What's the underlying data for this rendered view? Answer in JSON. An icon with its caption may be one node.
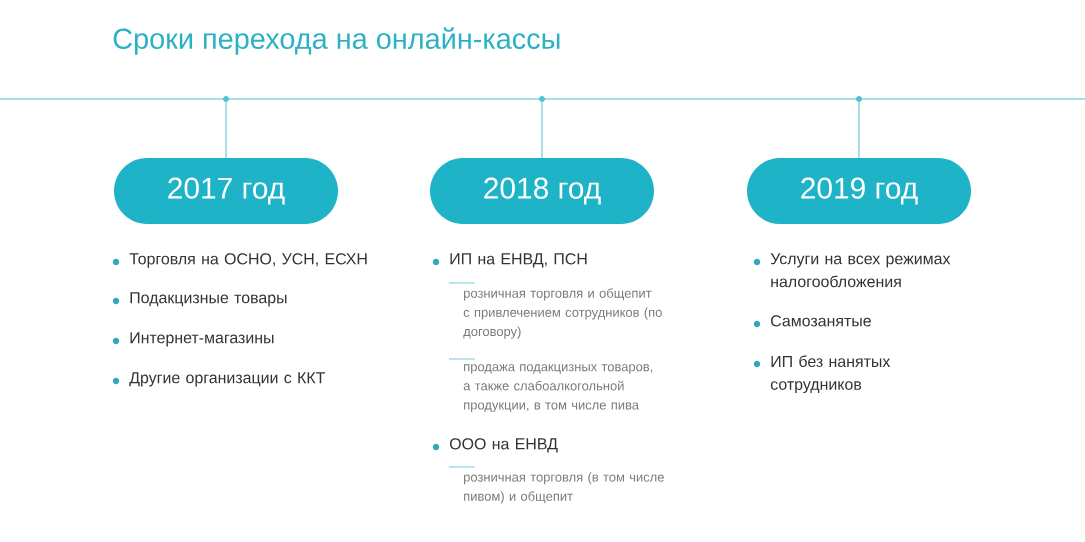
{
  "diagram": {
    "title": "Сроки перехода на онлайн-кассы",
    "nodes": [
      {
        "text": [
          "2017 год"
        ]
      },
      {
        "text": [
          "2018 год"
        ]
      },
      {
        "text": [
          "2019 год"
        ]
      },
      {
        "text": [],
        "shape": "circle"
      },
      {
        "text": [],
        "shape": "circle"
      },
      {
        "text": [],
        "shape": "circle"
      }
    ],
    "edges": [
      {
        "from": 3,
        "to": 0,
        "arrow": "none"
      },
      {
        "from": 4,
        "to": 1,
        "arrow": "none"
      },
      {
        "from": 5,
        "to": 2,
        "arrow": "none"
      }
    ],
    "labels": [
      "Торговля на ОСНО, УСН, ЕСХН",
      "Подакцизные товары",
      "Интернет-магазины",
      "Другие организации с ККТ",
      "ИП на ЕНВД, ПСН",
      "розничная торговля и общепит с привлечением сотрудников (по договору)",
      "продажа подакцизных товаров, а также слабоалкогольной продукции, в том числе пива",
      "ООО на ЕНВД",
      "розничная торговля (в том числе пивом) и общепит",
      "Услуги на всех режимах налогообложения",
      "Самозанятые",
      "ИП без нанятых сотрудников"
    ]
  }
}
